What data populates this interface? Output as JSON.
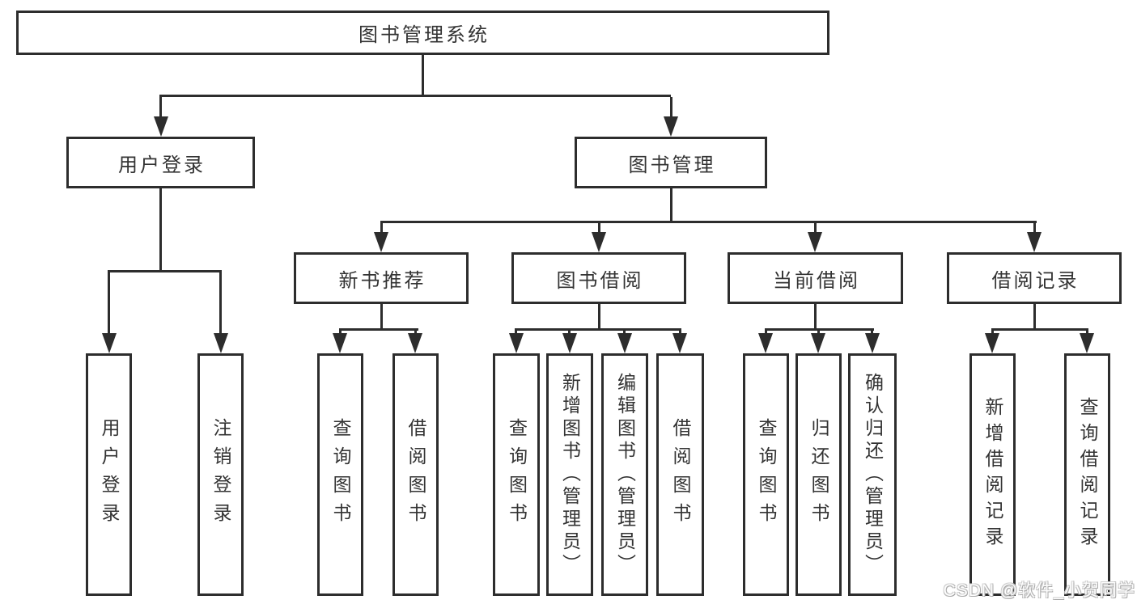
{
  "tree": {
    "label": "图书管理系统",
    "children": [
      {
        "label": "用户登录",
        "children": [
          {
            "label": "用户登录"
          },
          {
            "label": "注销登录"
          }
        ]
      },
      {
        "label": "图书管理",
        "children": [
          {
            "label": "新书推荐",
            "children": [
              {
                "label": "查询图书"
              },
              {
                "label": "借阅图书"
              }
            ]
          },
          {
            "label": "图书借阅",
            "children": [
              {
                "label": "查询图书"
              },
              {
                "label": "新增图书（管理员）"
              },
              {
                "label": "编辑图书（管理员）"
              },
              {
                "label": "借阅图书"
              }
            ]
          },
          {
            "label": "当前借阅",
            "children": [
              {
                "label": "查询图书"
              },
              {
                "label": "归还图书"
              },
              {
                "label": "确认归还（管理员）"
              }
            ]
          },
          {
            "label": "借阅记录",
            "children": [
              {
                "label": "新增借阅记录"
              },
              {
                "label": "查询借阅记录"
              }
            ]
          }
        ]
      }
    ]
  },
  "watermark": {
    "text": "CSDN @软件_小贺同学"
  },
  "colors": {
    "line": "#2d2d2d",
    "text": "#333333",
    "background": "#ffffff",
    "watermark": "#bcbcbc"
  }
}
